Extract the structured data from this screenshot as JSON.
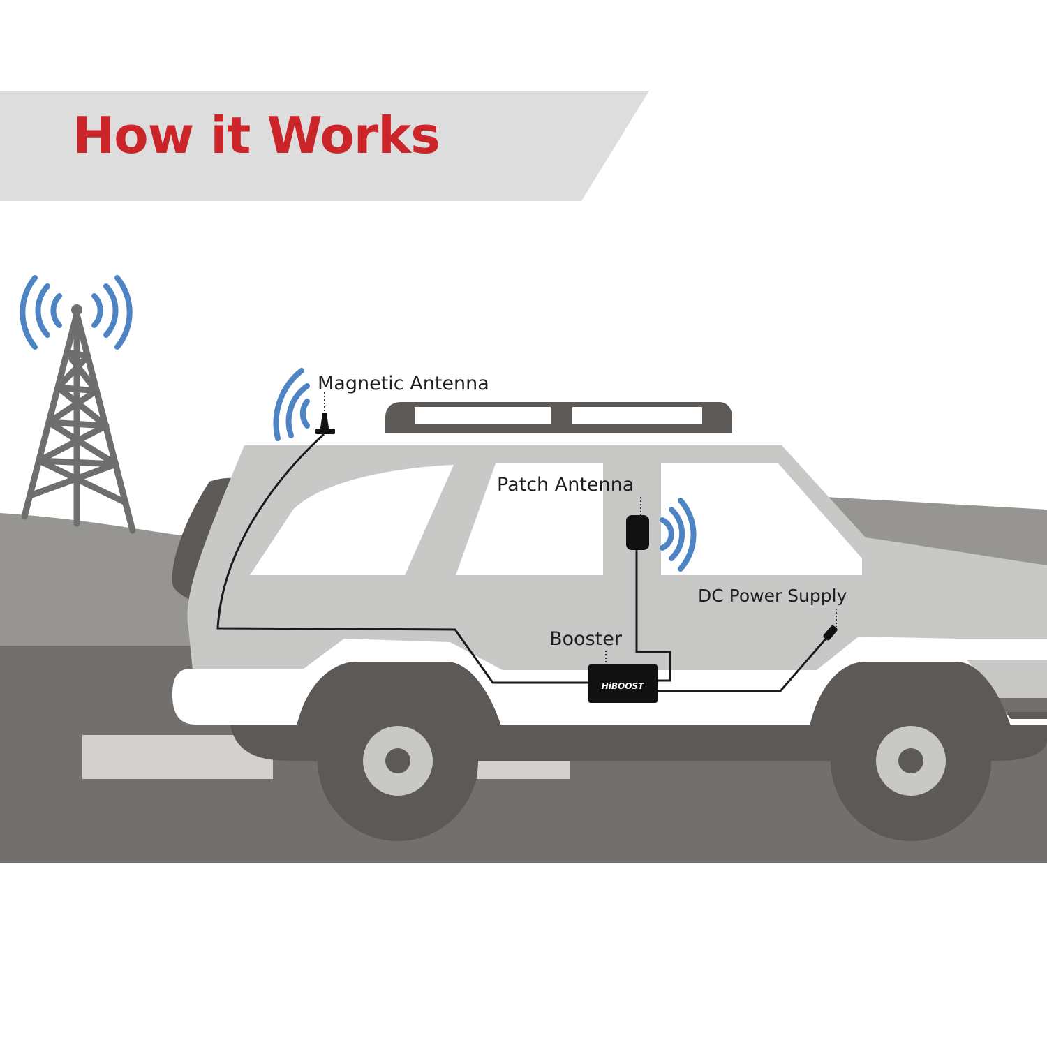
{
  "banner": {
    "title": "How it Works"
  },
  "labels": {
    "magnetic_antenna": "Magnetic Antenna",
    "patch_antenna": "Patch Antenna",
    "dc_power_supply": "DC Power Supply",
    "booster": "Booster"
  },
  "booster_brand": "HiBOOST",
  "colors": {
    "title_red": "#cc2529",
    "banner_bg": "#dddddd",
    "signal_blue": "#4e84c3",
    "car_body": "#c8c8c6",
    "car_dark": "#5d5956",
    "road": "#736f6c",
    "hill": "#979592",
    "tower": "#6e6e6e"
  },
  "icons": {
    "tower": "cell-tower-icon",
    "signal": "signal-waves-icon",
    "magnetic_antenna": "magnetic-antenna-icon",
    "patch_antenna": "patch-antenna-icon",
    "booster": "booster-unit-icon",
    "power": "dc-power-plug-icon"
  }
}
